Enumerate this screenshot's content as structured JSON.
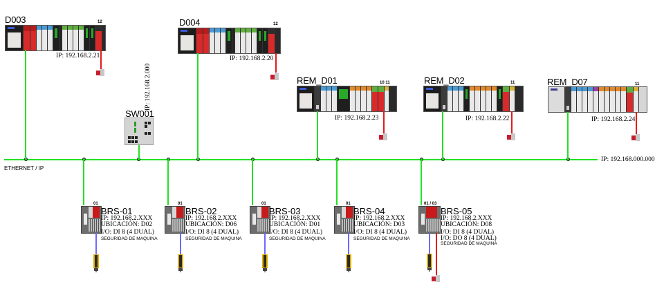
{
  "network": {
    "label": "ETHERNET / IP",
    "ip_label": "IP: 192.168.000.000"
  },
  "colors": {
    "ethernet": "#22e022",
    "safety_output": "#e21a1a",
    "safety_input": "#6a6aff"
  },
  "controllers": [
    {
      "name": "D003",
      "ip": "IP: 192.168.2.21",
      "slot": "12"
    },
    {
      "name": "D004",
      "ip": "IP: 192.168.2.20",
      "slot": "12"
    },
    {
      "name": "REM_D01",
      "ip": "IP: 192.168.2.23",
      "slot": "10 11"
    },
    {
      "name": "REM_D02",
      "ip": "IP: 192.168.2.22",
      "slot": "11"
    },
    {
      "name": "REM_D07",
      "ip": "IP: 192.168.2.24",
      "slot": "11"
    }
  ],
  "switch": {
    "name": "SW001",
    "ip": "IP: 192.168.2.000"
  },
  "safety_nodes": [
    {
      "name": "BRS-01",
      "slot": "01",
      "ip": "IP: 192.168.2.XXX",
      "location": "UBICACIÓN: D02",
      "io": [
        "I/O: DI 8 (4 DUAL)"
      ],
      "function": "SEGURIDAD DE MAQUINA"
    },
    {
      "name": "BRS-02",
      "slot": "01",
      "ip": "IP: 192.168.2.XXX",
      "location": "UBICACIÓN: D06",
      "io": [
        "I/O: DI 8 (4 DUAL)"
      ],
      "function": "SEGURIDAD DE MAQUINA"
    },
    {
      "name": "BRS-03",
      "slot": "01",
      "ip": "IP: 192.168.2.XXX",
      "location": "UBICACIÓN: D01",
      "io": [
        "I/O: DI 8 (4 DUAL)"
      ],
      "function": "SEGURIDAD DE MAQUINA"
    },
    {
      "name": "BRS-04",
      "slot": "01",
      "ip": "IP: 192.168.2.XXX",
      "location": "UBICACIÓN: D03",
      "io": [
        "I/O: DI 8 (4 DUAL)"
      ],
      "function": "SEGURIDAD DE MAQUINA"
    },
    {
      "name": "BRS-05",
      "slot": "01 / 03",
      "ip": "IP: 192.168.2.XXX",
      "location": "UBICACIÓN: D08",
      "io": [
        "I/O: DI 8 (4 DUAL)",
        "I/O: DO 8 (4 DUAL)"
      ],
      "function": "SEGURIDAD DE MAQUINA"
    }
  ]
}
